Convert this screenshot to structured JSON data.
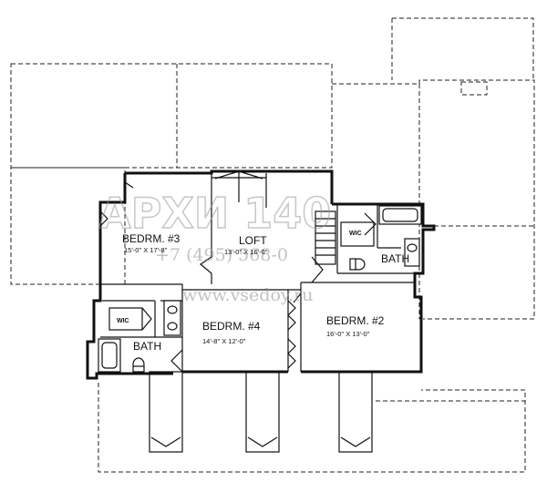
{
  "watermark": {
    "logo": "АРХИ 140",
    "phone": "+7 (495) 568-0",
    "url": "www.vsedoy.ru"
  },
  "rooms": {
    "bedroom3": {
      "name": "BEDRM. #3",
      "dims": "15'-0\" X 17'-8\""
    },
    "loft": {
      "name": "LOFT",
      "dims": "13'-0\" X 16'-0\""
    },
    "bedroom4": {
      "name": "BEDRM. #4",
      "dims": "14'-8\" X 12'-0\""
    },
    "bedroom2": {
      "name": "BEDRM. #2",
      "dims": "16'-0\" X 13'-0\""
    },
    "bath_left": {
      "name": "BATH"
    },
    "bath_right": {
      "name": "BATH"
    },
    "wic_left": {
      "name": "WIC"
    },
    "wic_right": {
      "name": "WIC"
    }
  }
}
